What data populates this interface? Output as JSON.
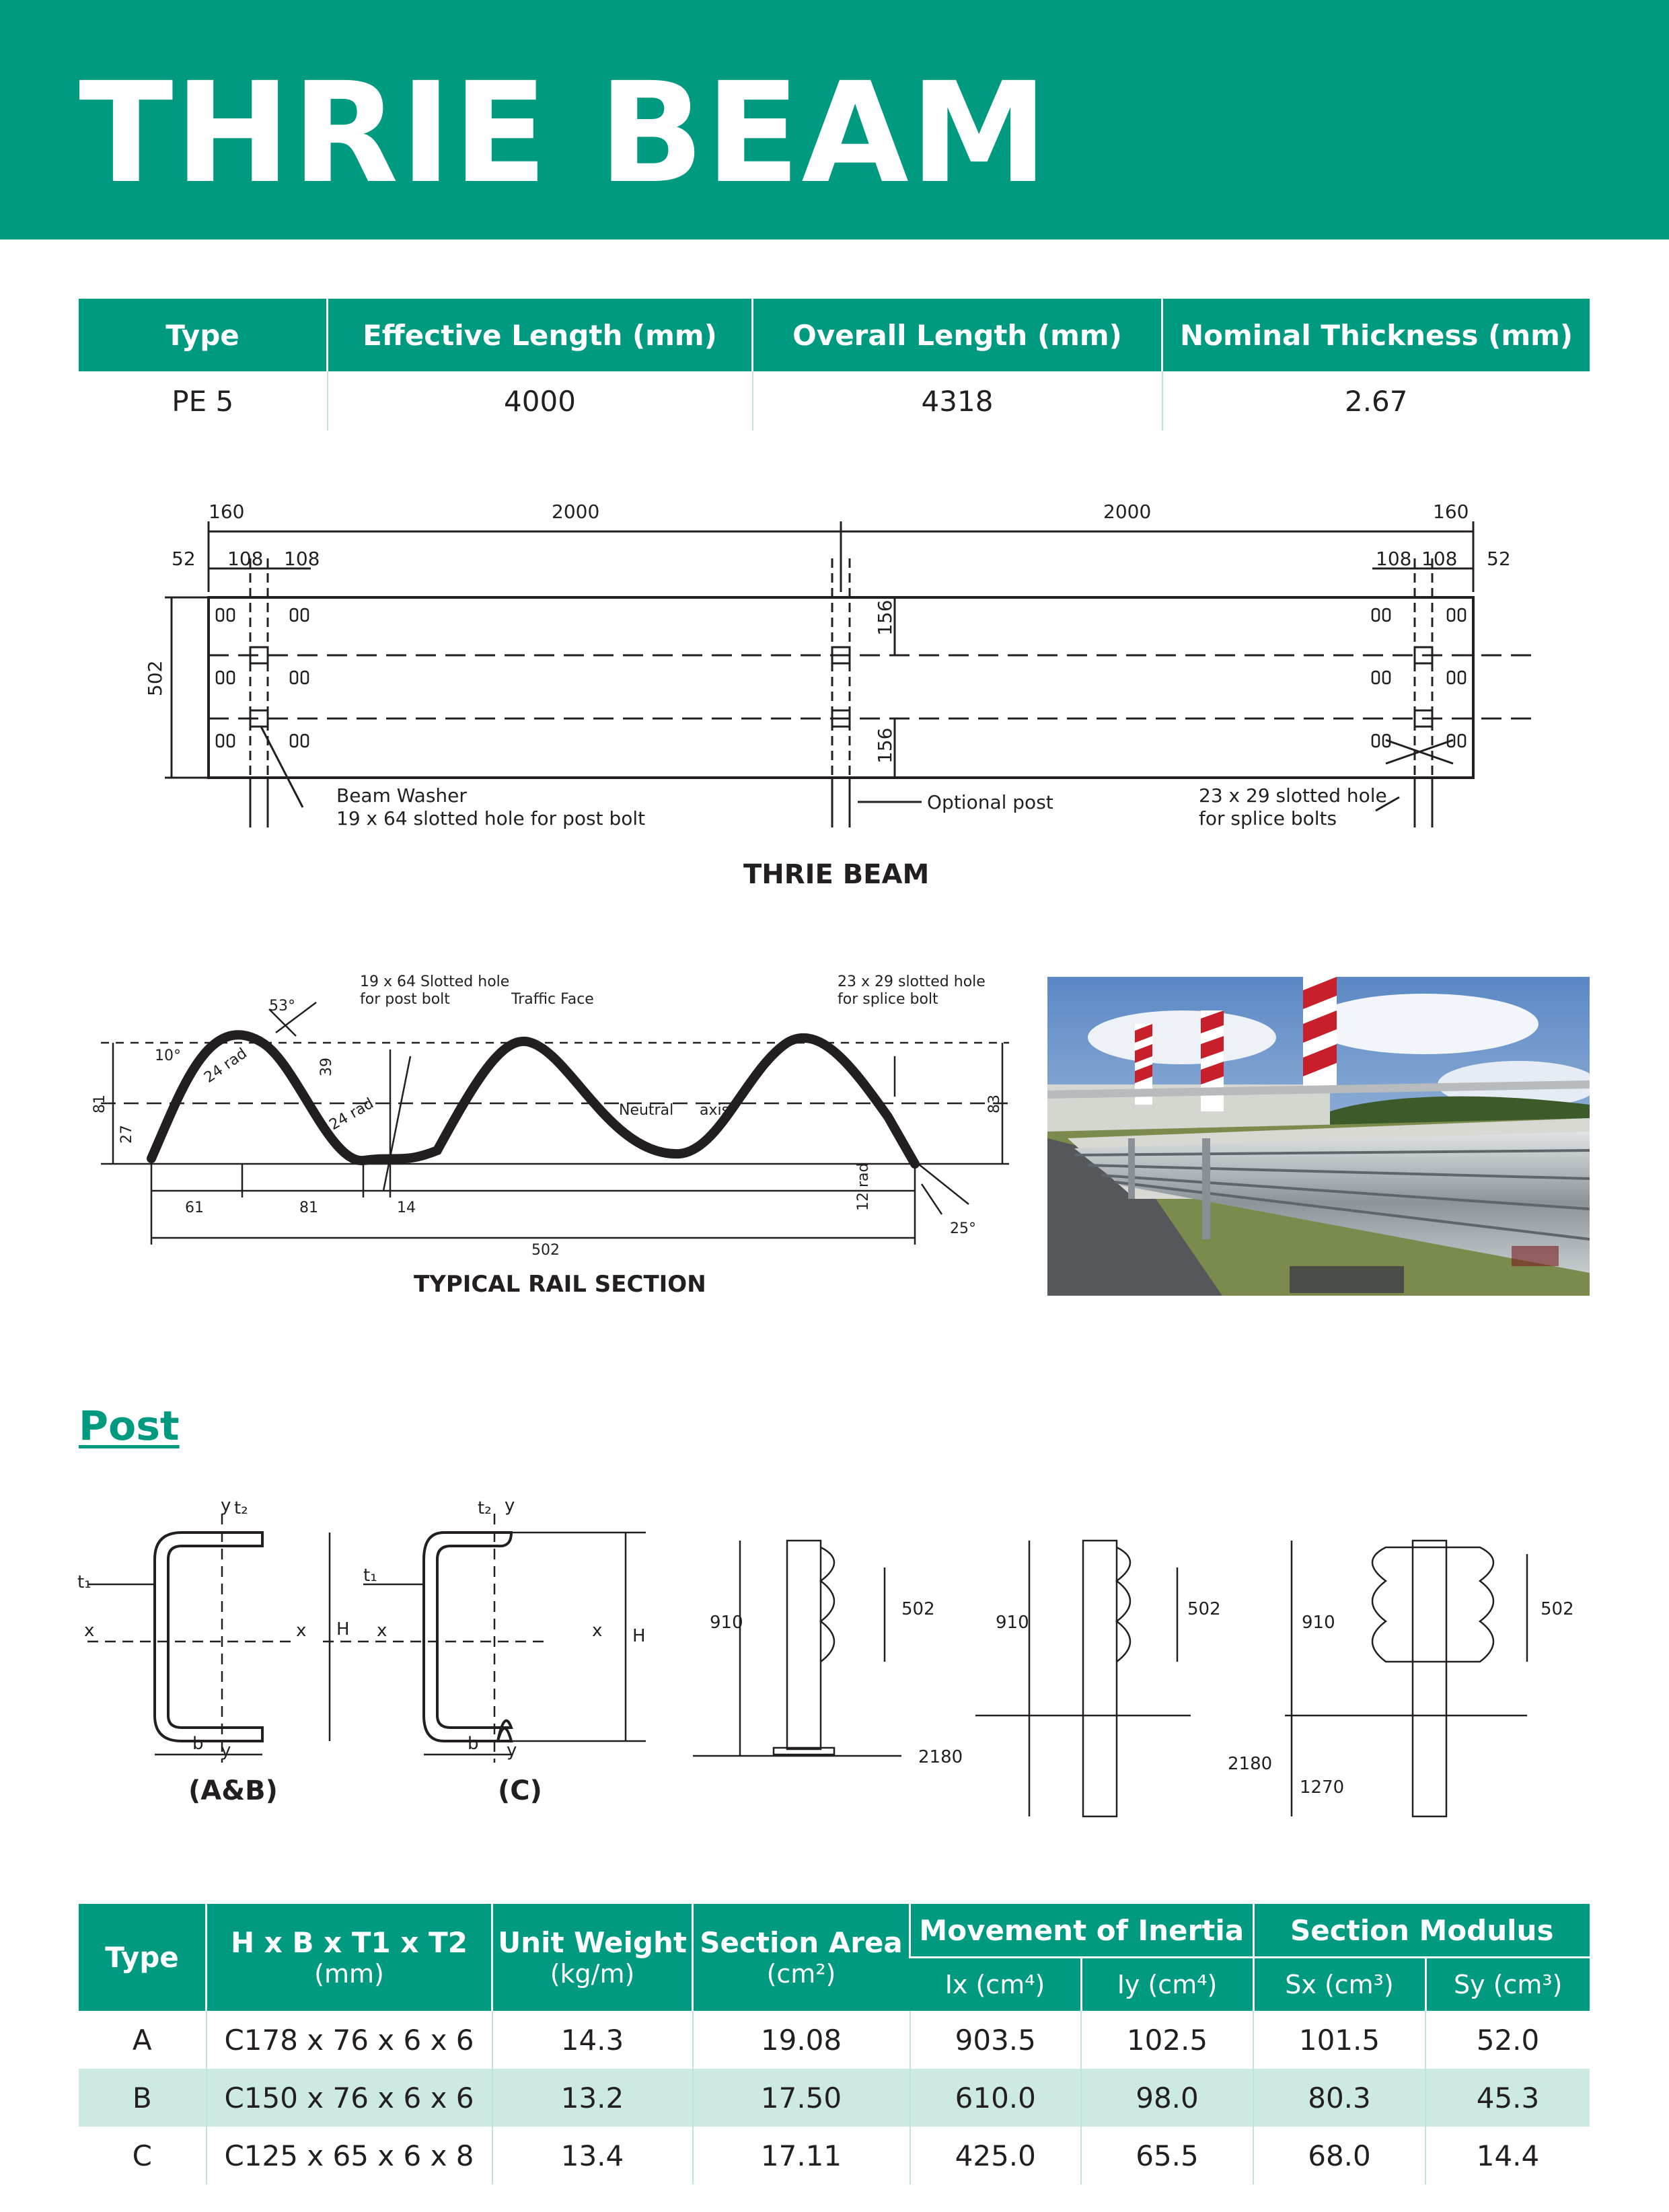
{
  "header": {
    "title": "THRIE BEAM"
  },
  "beam_table": {
    "headers": [
      "Type",
      "Effective Length (mm)",
      "Overall Length (mm)",
      "Nominal Thickness (mm)"
    ],
    "row": [
      "PE 5",
      "4000",
      "4318",
      "2.67"
    ]
  },
  "beam_drawing": {
    "dim_160_left": "160",
    "dim_2000_a": "2000",
    "dim_2000_b": "2000",
    "dim_160_right": "160",
    "dim_52_left": "52",
    "dim_108_a": "108",
    "dim_108_b": "108",
    "dim_108_c": "108",
    "dim_108_d": "108",
    "dim_52_right": "52",
    "dim_502": "502",
    "dim_156_top": "156",
    "dim_156_bottom": "156",
    "label_washer": "Beam Washer",
    "label_slot_post": "19 x 64 slotted hole for post bolt",
    "label_optional": "Optional post",
    "label_splice_1": "23 x 29 slotted hole",
    "label_splice_2": "for splice bolts",
    "caption": "THRIE BEAM"
  },
  "rail_section": {
    "angle_53": "53°",
    "angle_10": "10°",
    "rad_24_a": "24 rad",
    "rad_24_b": "24 rad",
    "dim_39": "39",
    "dim_81_left": "81",
    "dim_27": "27",
    "slot_post_1": "19 x 64 Slotted hole",
    "slot_post_2": "for post bolt",
    "traffic_face": "Traffic Face",
    "neutral": "Neutral",
    "axis": "axis",
    "slot_splice_1": "23 x 29 slotted hole",
    "slot_splice_2": "for splice bolt",
    "dim_83": "83",
    "rad_12": "12 rad",
    "angle_25": "25°",
    "dim_61": "61",
    "dim_81_bottom": "81",
    "dim_14": "14",
    "dim_502": "502",
    "caption": "TYPICAL RAIL SECTION"
  },
  "post": {
    "title": "Post",
    "label_ab": "(A&B)",
    "label_c": "(C)",
    "sym_y": "y",
    "sym_t1": "t₁",
    "sym_t2": "t₂",
    "sym_x": "x",
    "sym_h": "H",
    "sym_b": "b",
    "dim_910": "910",
    "dim_502": "502",
    "dim_2180": "2180",
    "dim_1270": "1270"
  },
  "post_table": {
    "h_type": "Type",
    "h_dims": "H x B x T1 x T2",
    "h_dims_unit": "(mm)",
    "h_weight": "Unit Weight",
    "h_weight_unit": "(kg/m)",
    "h_area": "Section Area",
    "h_area_unit": "(cm²)",
    "h_inertia": "Movement of Inertia",
    "h_ix": "Ix (cm⁴)",
    "h_iy": "Iy (cm⁴)",
    "h_modulus": "Section Modulus",
    "h_sx": "Sx (cm³)",
    "h_sy": "Sy (cm³)",
    "rows": [
      [
        "A",
        "C178 x 76 x 6 x 6",
        "14.3",
        "19.08",
        "903.5",
        "102.5",
        "101.5",
        "52.0"
      ],
      [
        "B",
        "C150 x 76 x 6 x 6",
        "13.2",
        "17.50",
        "610.0",
        "98.0",
        "80.3",
        "45.3"
      ],
      [
        "C",
        "C125 x 65 x 6 x 8",
        "13.4",
        "17.11",
        "425.0",
        "65.5",
        "68.0",
        "14.4"
      ]
    ]
  },
  "colors": {
    "brand": "#009a80",
    "alt_row": "#cce9e3"
  }
}
